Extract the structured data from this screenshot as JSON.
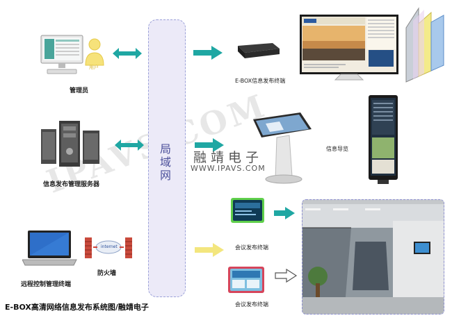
{
  "labels": {
    "admin": "管理员",
    "user": "用户",
    "lan": [
      "局",
      "域",
      "网"
    ],
    "terminal": "E-BOX信息发布终端",
    "server": "信息发布管理服务器",
    "guide": "信息导览",
    "meeting_top": "会议发布终端",
    "meeting_bottom": "会议发布终端",
    "firewall": "防火墙",
    "remote": "远程控制管理终端",
    "internet": "internet"
  },
  "watermark": {
    "big": "IPAVS.COM",
    "cn": "融靖电子",
    "url": "WWW.IPAVS.COM"
  },
  "footer": "E-BOX高清网络信息发布系统图/融靖电子",
  "colors": {
    "teal_arrow": "#1fa7a3",
    "yellow_arrow": "#f3e67e",
    "lan_border": "#9aa0d8",
    "lan_fill": "#eceaf8"
  }
}
